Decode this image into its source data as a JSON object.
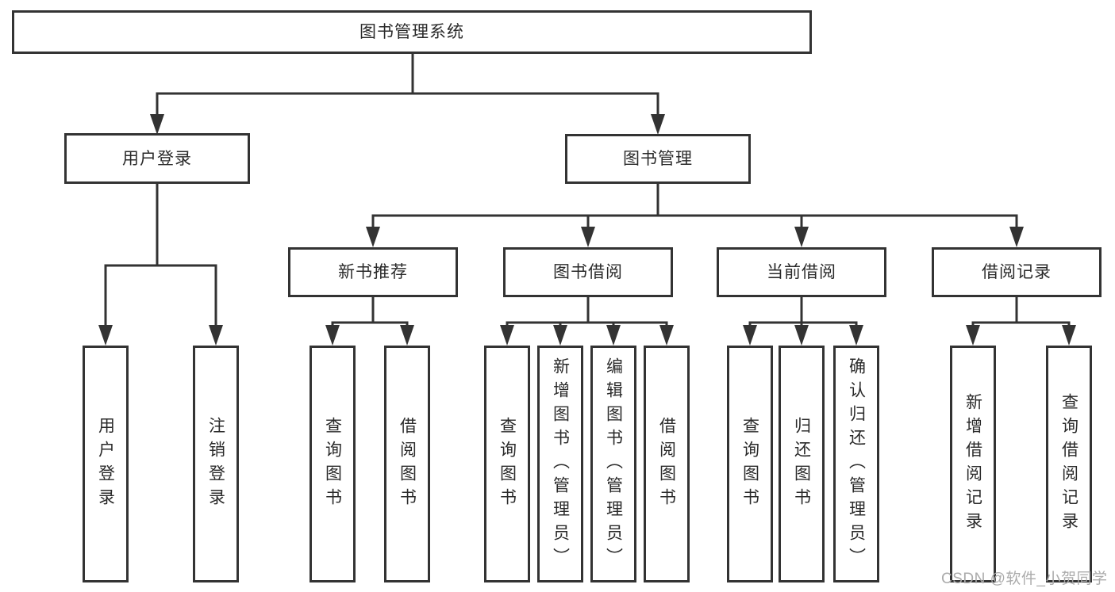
{
  "colors": {
    "line": "#333333",
    "text": "#2a2a2a",
    "watermark": "#ababab",
    "background": "#ffffff"
  },
  "watermark": {
    "text": "CSDN @软件_小贺同学"
  },
  "tree": {
    "root": {
      "label": "图书管理系统"
    },
    "branches": [
      {
        "label": "用户登录",
        "children": [
          {
            "label": "用户登录"
          },
          {
            "label": "注销登录"
          }
        ]
      },
      {
        "label": "图书管理",
        "sections": [
          {
            "label": "新书推荐",
            "children": [
              {
                "label": "查询图书"
              },
              {
                "label": "借阅图书"
              }
            ]
          },
          {
            "label": "图书借阅",
            "children": [
              {
                "label": "查询图书"
              },
              {
                "label": "新增图书（管理员）"
              },
              {
                "label": "编辑图书（管理员）"
              },
              {
                "label": "借阅图书"
              }
            ]
          },
          {
            "label": "当前借阅",
            "children": [
              {
                "label": "查询图书"
              },
              {
                "label": "归还图书"
              },
              {
                "label": "确认归还（管理员）"
              }
            ]
          },
          {
            "label": "借阅记录",
            "children": [
              {
                "label": "新增借阅记录"
              },
              {
                "label": "查询借阅记录"
              }
            ]
          }
        ]
      }
    ]
  }
}
